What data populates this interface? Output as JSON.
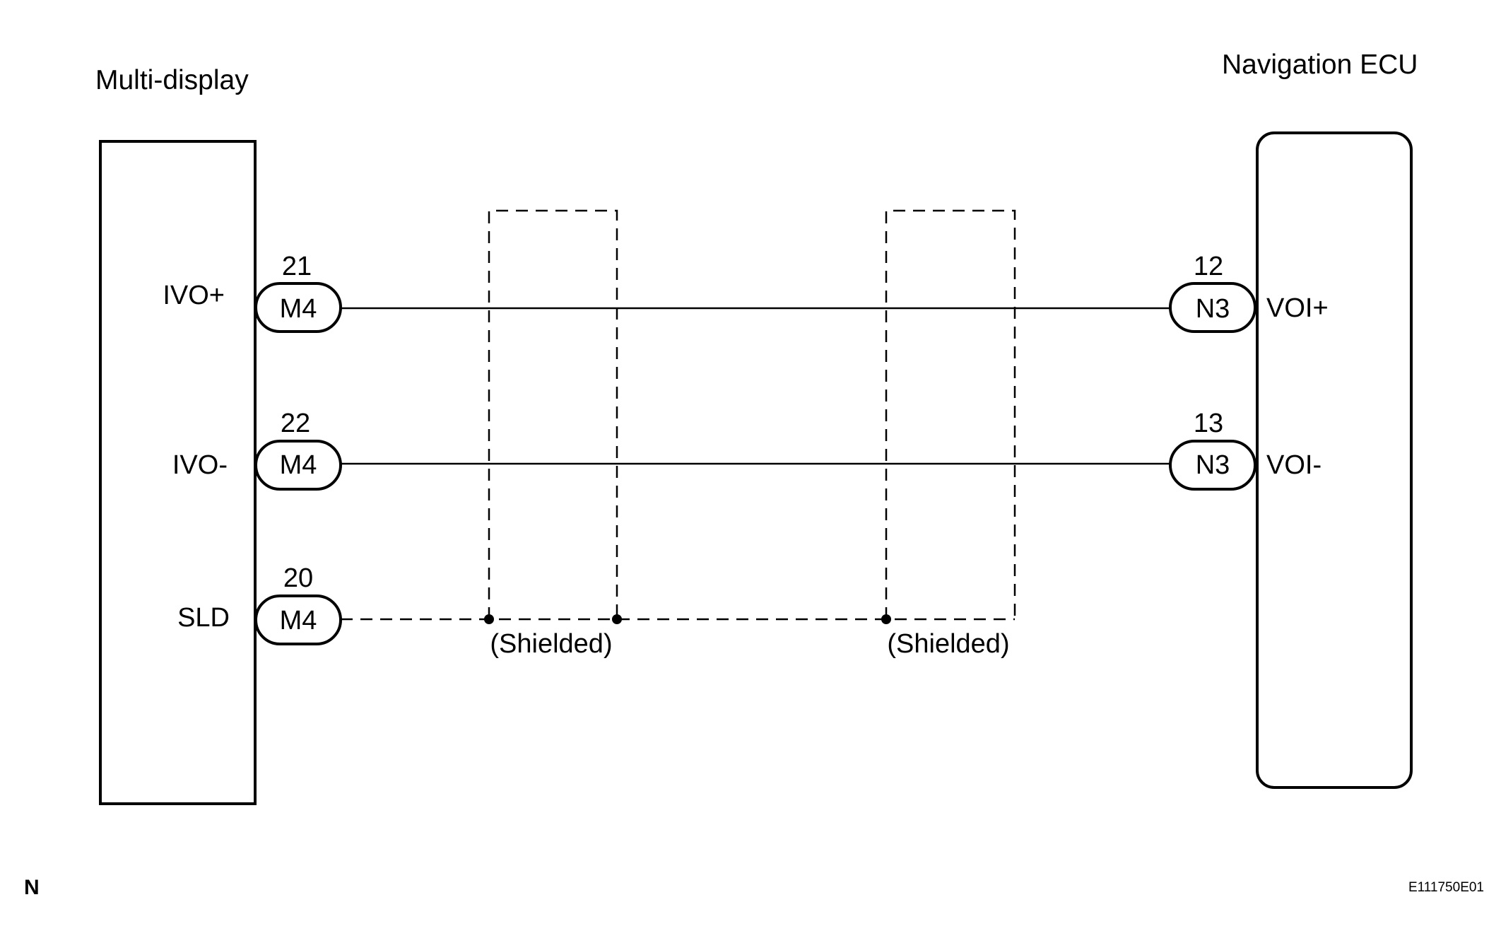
{
  "components": {
    "left": {
      "title": "Multi-display"
    },
    "right": {
      "title": "Navigation ECU"
    }
  },
  "left_pins": [
    {
      "signal": "IVO+",
      "pin": "21",
      "connector": "M4"
    },
    {
      "signal": "IVO-",
      "pin": "22",
      "connector": "M4"
    },
    {
      "signal": "SLD",
      "pin": "20",
      "connector": "M4"
    }
  ],
  "right_pins": [
    {
      "signal": "VOI+",
      "pin": "12",
      "connector": "N3"
    },
    {
      "signal": "VOI-",
      "pin": "13",
      "connector": "N3"
    }
  ],
  "shields": [
    {
      "label": "(Shielded)"
    },
    {
      "label": "(Shielded)"
    }
  ],
  "footer": {
    "left": "N",
    "right": "E111750E01"
  }
}
